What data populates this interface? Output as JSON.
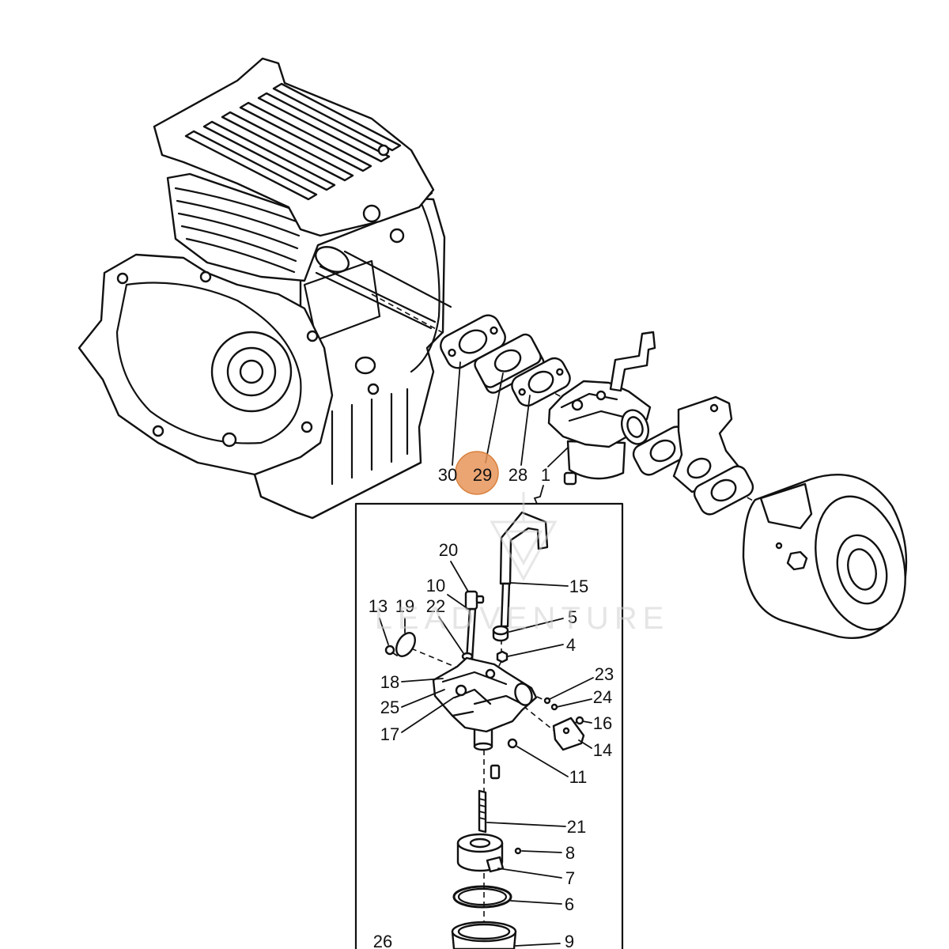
{
  "diagram": {
    "callouts": {
      "c1": "1",
      "c4": "4",
      "c5": "5",
      "c6": "6",
      "c7": "7",
      "c8": "8",
      "c9": "9",
      "c10": "10",
      "c11": "11",
      "c13": "13",
      "c14": "14",
      "c15": "15",
      "c16": "16",
      "c17": "17",
      "c18": "18",
      "c19": "19",
      "c20": "20",
      "c21": "21",
      "c22": "22",
      "c23": "23",
      "c24": "24",
      "c25": "25",
      "c26": "26",
      "c28": "28",
      "c29": "29",
      "c30": "30"
    }
  },
  "watermark": {
    "text": "LEADVENTURE",
    "icon": "leadventure-logo-icon"
  },
  "colors": {
    "background": "#ffffff",
    "line": "#111111",
    "highlight": "#e8955a",
    "watermark": "#cfcfcf"
  }
}
